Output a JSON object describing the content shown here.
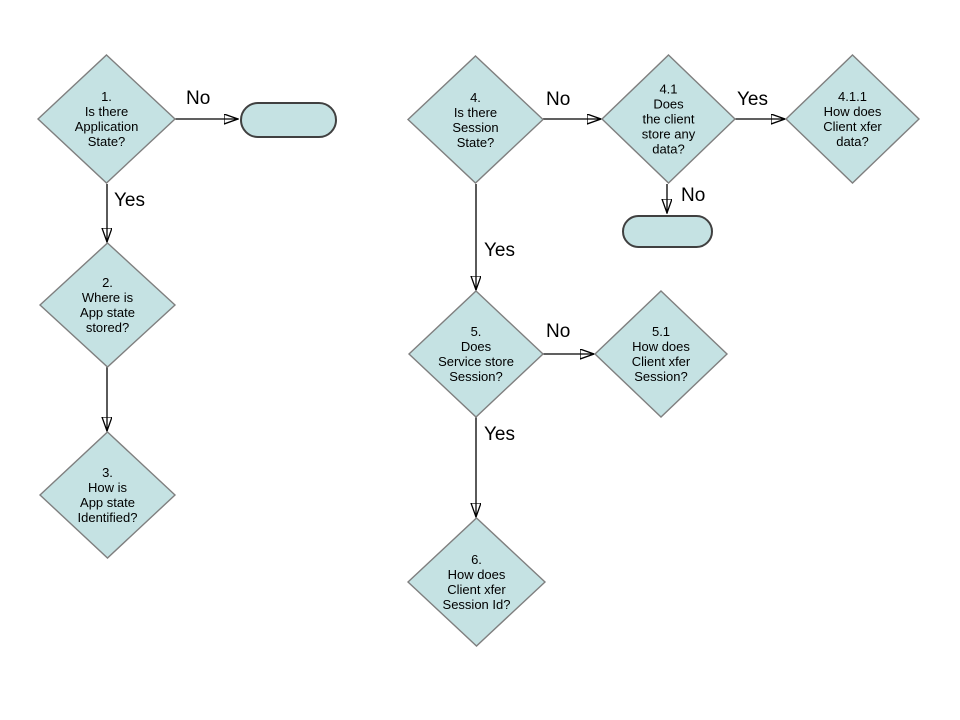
{
  "colors": {
    "background": "#ffffff",
    "node_fill": "#c5e2e3",
    "node_border": "#7f7f7f",
    "terminator_border": "#404040",
    "line_color": "#000000",
    "text_color": "#000000"
  },
  "flowchart": {
    "nodes": [
      {
        "id": "1",
        "type": "decision",
        "label": "1.\nIs there\nApplication\nState?"
      },
      {
        "id": "2",
        "type": "decision",
        "label": "2.\nWhere is\nApp state\nstored?"
      },
      {
        "id": "3",
        "type": "decision",
        "label": "3.\nHow is\nApp state\nIdentified?"
      },
      {
        "id": "4",
        "type": "decision",
        "label": "4.\nIs there\nSession\nState?"
      },
      {
        "id": "4.1",
        "type": "decision",
        "label": "4.1\nDoes\nthe client\nstore any\ndata?"
      },
      {
        "id": "4.1.1",
        "type": "decision",
        "label": "4.1.1\nHow does\nClient xfer\ndata?"
      },
      {
        "id": "5",
        "type": "decision",
        "label": "5.\nDoes\nService store\nSession?"
      },
      {
        "id": "5.1",
        "type": "decision",
        "label": "5.1\nHow does\nClient xfer\nSession?"
      },
      {
        "id": "6",
        "type": "decision",
        "label": "6.\nHow does\nClient xfer\nSession Id?"
      },
      {
        "id": "end-1",
        "type": "terminator",
        "label": ""
      },
      {
        "id": "end-2",
        "type": "terminator",
        "label": ""
      }
    ],
    "edges": [
      {
        "from": "1",
        "to": "end-1",
        "label": "No"
      },
      {
        "from": "1",
        "to": "2",
        "label": "Yes"
      },
      {
        "from": "2",
        "to": "3",
        "label": ""
      },
      {
        "from": "4",
        "to": "4.1",
        "label": "No"
      },
      {
        "from": "4.1",
        "to": "4.1.1",
        "label": "Yes"
      },
      {
        "from": "4.1",
        "to": "end-2",
        "label": "No"
      },
      {
        "from": "4",
        "to": "5",
        "label": "Yes"
      },
      {
        "from": "5",
        "to": "5.1",
        "label": "No"
      },
      {
        "from": "5",
        "to": "6",
        "label": "Yes"
      }
    ]
  }
}
